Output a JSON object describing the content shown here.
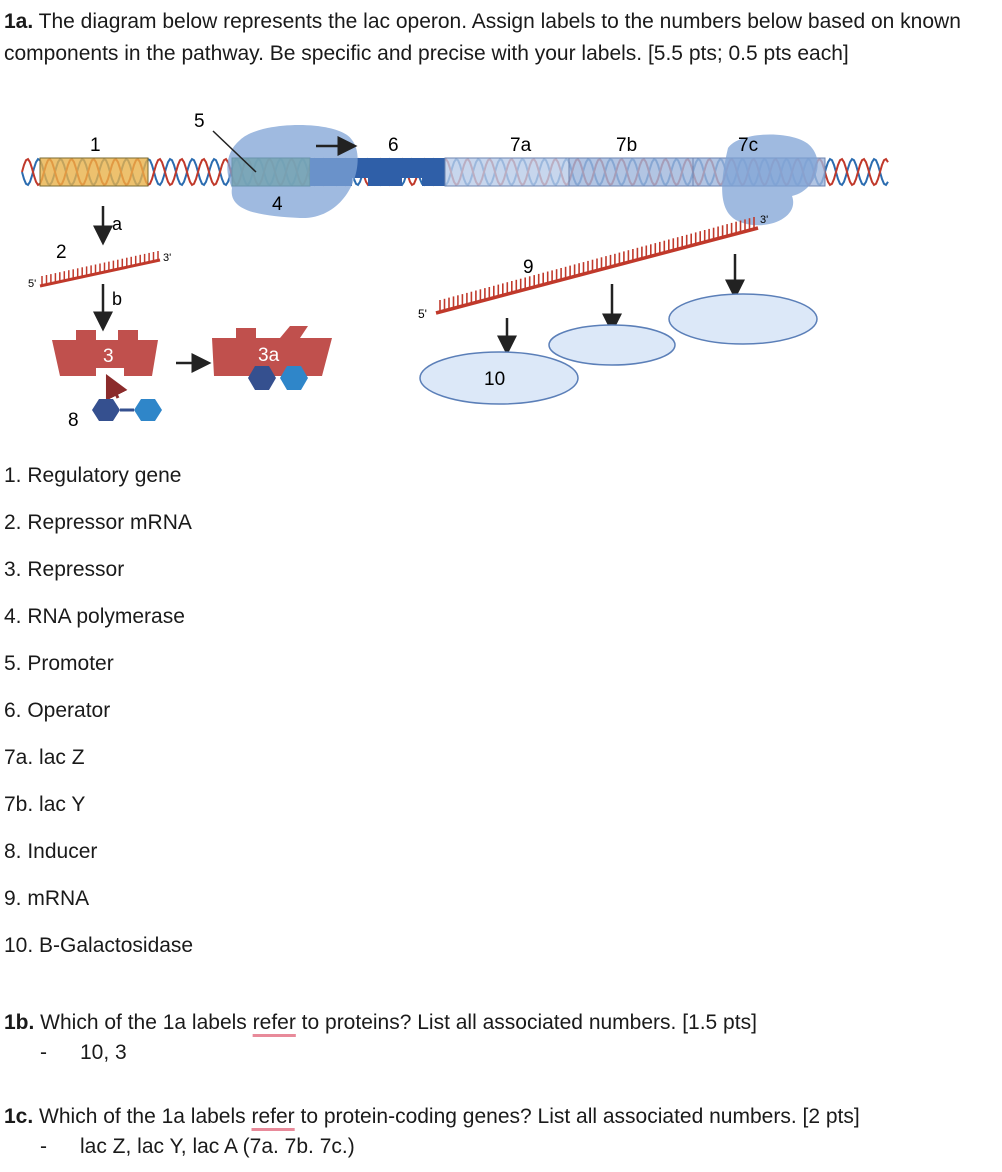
{
  "question_1a": {
    "label": "1a.",
    "text": " The diagram below represents the lac operon. Assign labels to the numbers below based on known components in the pathway. Be specific and precise with your labels. [5.5 pts; 0.5 pts each]"
  },
  "diagram": {
    "labels": {
      "l1": "1",
      "l2": "2",
      "l3": "3",
      "l3a": "3a",
      "l4": "4",
      "l5": "5",
      "l6": "6",
      "l7a": "7a",
      "l7b": "7b",
      "l7c": "7c",
      "l8": "8",
      "l9": "9",
      "l10": "10",
      "la": "a",
      "lb": "b",
      "five_prime_left": "5'",
      "three_prime_left": "3'",
      "five_prime_right": "5'",
      "three_prime_right": "3'"
    },
    "colors": {
      "regulatory_gene": "#e9b24a",
      "promoter": "#5aa84a",
      "operator": "#2f5fa8",
      "structural_genes": "#9fb7dc",
      "polymerase": "#7fa3d6",
      "repressor": "#c0504d",
      "inducer_dark": "#35508f",
      "inducer_light": "#2f86c9",
      "protein_ovals": "#dce8f8",
      "mrna": "#c0392b"
    }
  },
  "answers": [
    "1. Regulatory gene",
    "2. Repressor mRNA",
    "3. Repressor",
    "4. RNA polymerase",
    "5. Promoter",
    "6. Operator",
    "7a. lac Z",
    "7b. lac Y",
    "8. Inducer",
    "9.  mRNA",
    "10. B-Galactosidase"
  ],
  "question_1b": {
    "label": "1b.",
    "text_pre": " Which of the 1a labels ",
    "text_sq": "refer",
    "text_post": " to proteins? List all associated numbers. [1.5 pts]",
    "answer": "10, 3"
  },
  "question_1c": {
    "label": "1c.",
    "text_pre": " Which of the 1a labels ",
    "text_sq": "refer",
    "text_post": " to protein-coding genes? List all associated numbers. [2 pts]",
    "answer": "lac Z, lac Y, lac A (7a. 7b. 7c.)"
  }
}
